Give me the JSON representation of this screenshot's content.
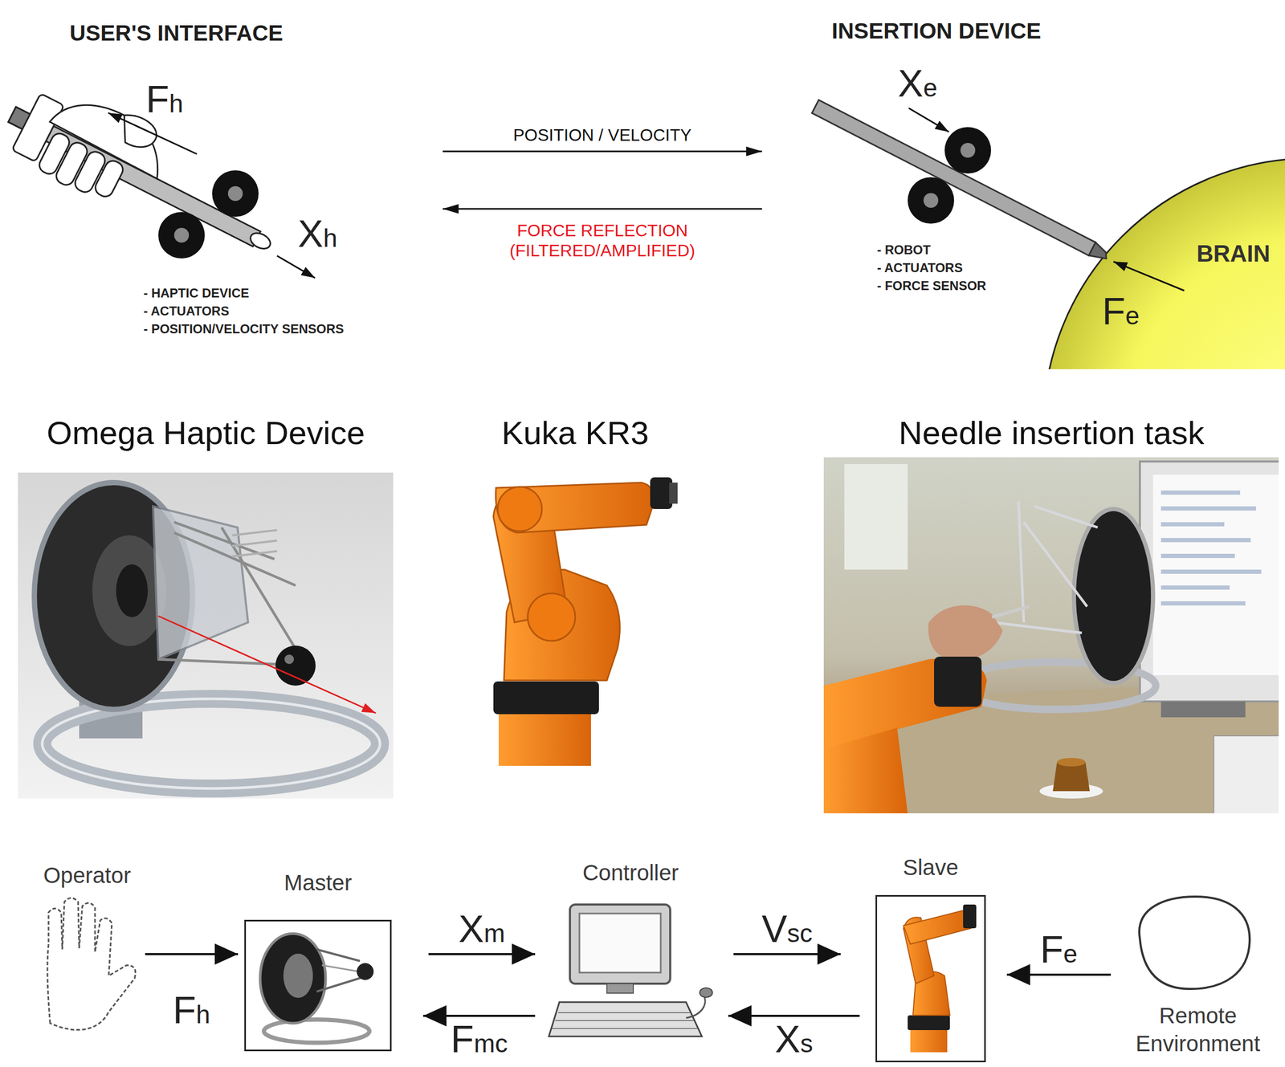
{
  "diagram": {
    "nodes": [
      {
        "text": [
          "USER'S INTERFACE"
        ]
      },
      {
        "text": [
          "INSERTION DEVICE"
        ]
      },
      {
        "text": [
          "Omega Haptic Device"
        ]
      },
      {
        "text": [
          "Kuka KR3"
        ]
      },
      {
        "text": [
          "Needle insertion task"
        ]
      },
      {
        "text": [
          "Operator"
        ]
      },
      {
        "text": [
          "Master"
        ]
      },
      {
        "text": [
          "Controller"
        ]
      },
      {
        "text": [
          "Slave"
        ]
      },
      {
        "text": [
          "Remote Environment"
        ]
      }
    ],
    "edges": [
      {
        "from": 0,
        "to": 1,
        "label": "POSITION / VELOCITY",
        "arrow": "to"
      },
      {
        "from": 1,
        "to": 0,
        "label": "FORCE REFLECTION (FILTERED/AMPLIFIED)",
        "arrow": "to"
      },
      {
        "from": 5,
        "to": 6,
        "label": "Fh",
        "arrow": "to"
      },
      {
        "from": 6,
        "to": 7,
        "label": "Xm",
        "arrow": "to"
      },
      {
        "from": 7,
        "to": 6,
        "label": "Fmc",
        "arrow": "to"
      },
      {
        "from": 7,
        "to": 8,
        "label": "Vsc",
        "arrow": "to"
      },
      {
        "from": 8,
        "to": 7,
        "label": "Xs",
        "arrow": "to"
      },
      {
        "from": 9,
        "to": 8,
        "label": "Fe",
        "arrow": "to"
      }
    ],
    "labels": [
      "Fh",
      "Xh",
      "- HAPTIC DEVICE",
      "- ACTUATORS",
      "- POSITION/VELOCITY SENSORS",
      "Xe",
      "- ROBOT",
      "- ACTUATORS",
      "- FORCE SENSOR",
      "BRAIN",
      "Fe"
    ]
  }
}
